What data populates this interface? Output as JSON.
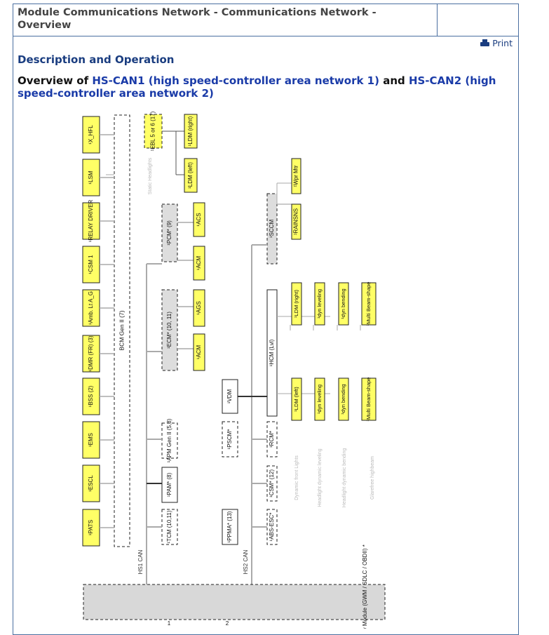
{
  "header": {
    "title": "Module Communications Network - Communications Network - Overview"
  },
  "print": {
    "label": "Print",
    "icon": "printer-icon"
  },
  "section": {
    "title": "Description and Operation"
  },
  "overview": {
    "prefix": "Overview of ",
    "link1": "HS-CAN1 (high speed-controller area network 1)",
    "middle": " and ",
    "link2": "HS-CAN2 (high speed-controller area network 2)"
  },
  "diagram": {
    "bcm": "BCM Gen II (7)",
    "hs1": "HS1 CAN",
    "hs2": "HS2 CAN",
    "gateway": "Gateway Module (GWM / SDLC / OBDII) *",
    "static_headlights": "Static Headlights",
    "left_modules": [
      "¹X_HFL",
      "¹LSM",
      "¹RELAY DRIVER",
      "¹CSM 1",
      "¹Amb. Lt A_G",
      "¹DMR (FR) (3)",
      "¹BSS (2)",
      "¹EMS",
      "¹ESCL",
      "¹PATS"
    ],
    "ebl": "¹EBL 5 or 6 (17)",
    "ldm_right": "¹LDM (right)",
    "ldm_left": "¹LDM (left)",
    "pcm": "¹PCM* (9)",
    "acs": "¹ACS",
    "acm": "¹ACM",
    "ecm": "¹ECM* (10, 11)",
    "ags": "¹AGS",
    "apm": "¹APM Gen II (5,8)",
    "pam": "¹PAM* (8)",
    "tcm": "¹TCM (10,11)",
    "sccm": "¹SCCM",
    "vdm": "¹VDM",
    "hcm": "¹HCM (Lvl)",
    "psom": "¹PSCM*",
    "rcm": "¹RCM*",
    "csm_dsm": "¹CSM* (12)",
    "ppma": "¹PPMA* (13)",
    "abs": "¹ABS-ESC*",
    "rainsns": "¹RAINSNS",
    "wpr": "¹Wpr Mtr",
    "right_top": [
      "¹LDM (right)",
      "¹dyn leveling",
      "¹dyn bending",
      "¹Multi Beam-shape"
    ],
    "right_bottom": [
      "¹LDM (left)",
      "¹dyn leveling",
      "¹dyn bending",
      "¹Multi Beam-shape"
    ],
    "captions": [
      "Dynamic front Lights",
      "Headlight dynamic leveling",
      "Headlight dynamic bending",
      "Glarefree highbeam"
    ],
    "bottom_labels": [
      "1",
      "2"
    ]
  },
  "colors": {
    "accent": "#1a3ba8",
    "module_yellow": "#ffff66",
    "module_gray": "#dddddd"
  }
}
